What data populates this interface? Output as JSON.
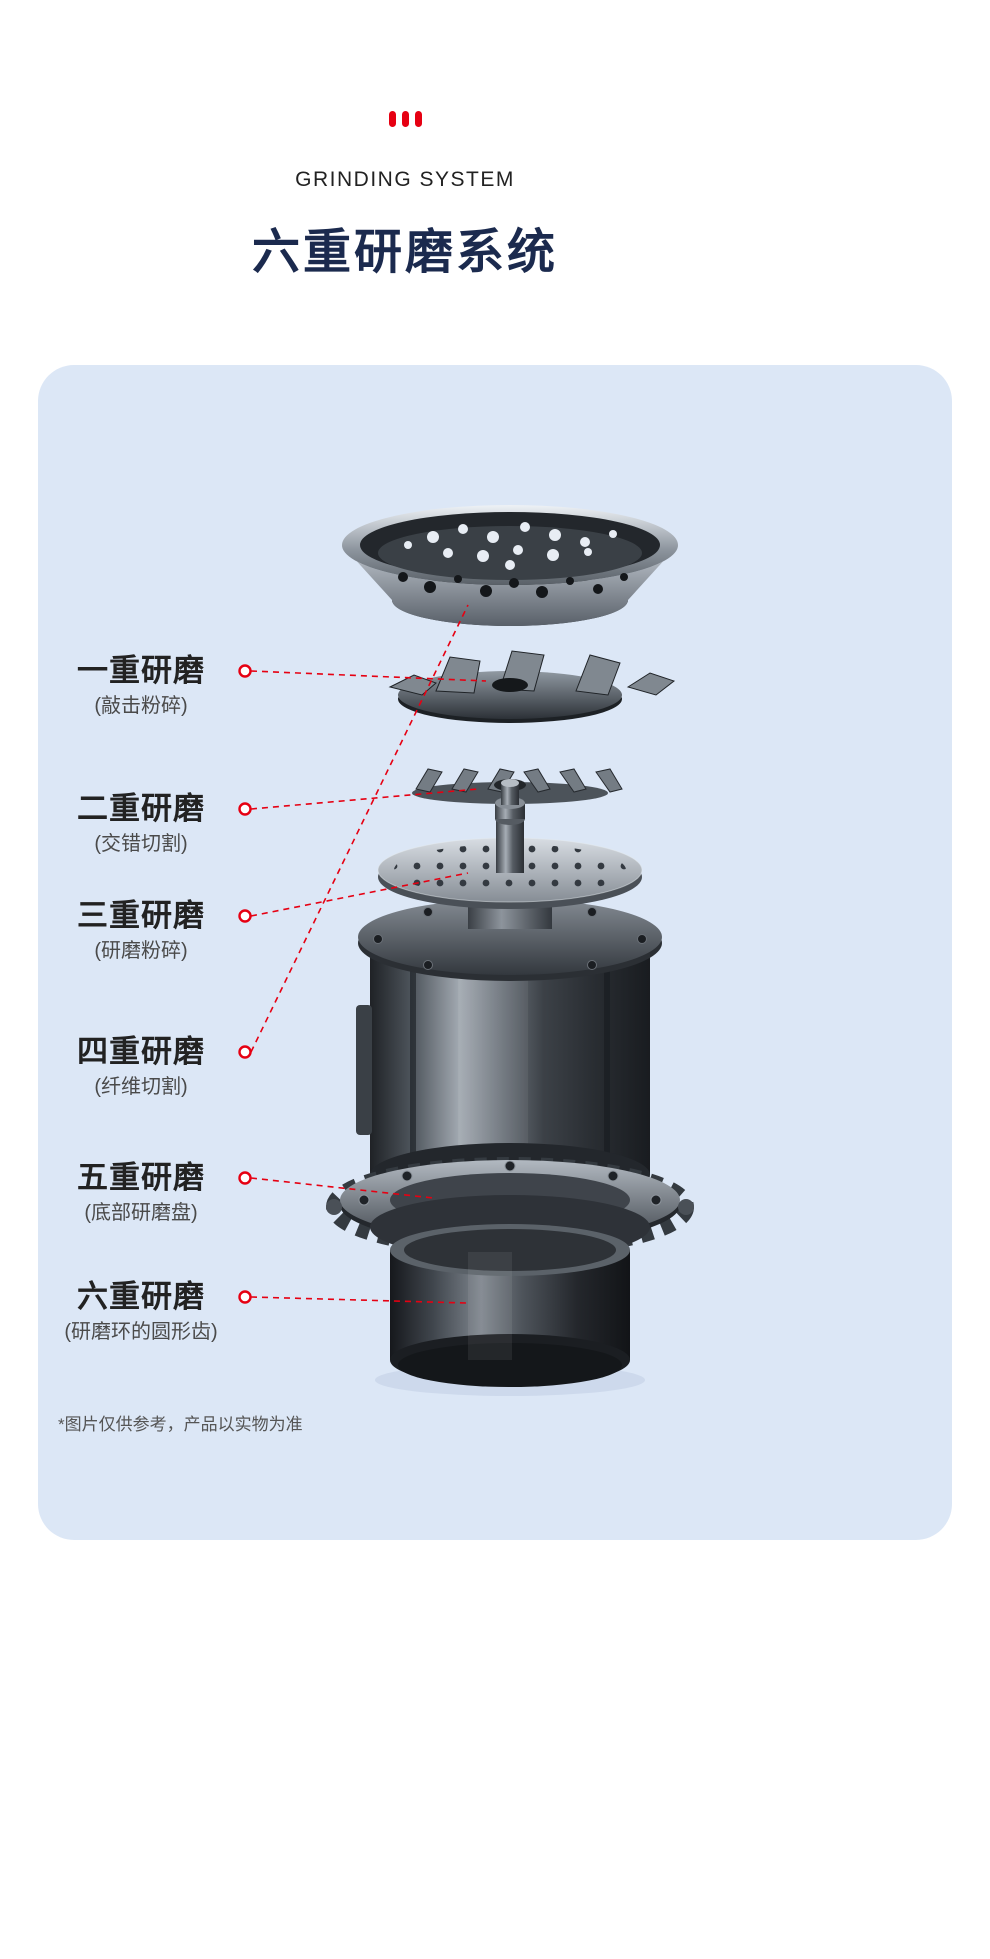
{
  "header": {
    "subtitle": "GRINDING SYSTEM",
    "title": "六重研磨系统"
  },
  "labels": [
    {
      "title": "一重研磨",
      "sub": "(敲击粉碎)"
    },
    {
      "title": "二重研磨",
      "sub": "(交错切割)"
    },
    {
      "title": "三重研磨",
      "sub": "(研磨粉碎)"
    },
    {
      "title": "四重研磨",
      "sub": "(纤维切割)"
    },
    {
      "title": "五重研磨",
      "sub": "(底部研磨盘)"
    },
    {
      "title": "六重研磨",
      "sub": "(研磨环的圆形齿)"
    }
  ],
  "footnote": "*图片仅供参考，产品以实物为准",
  "icons": [
    "triple-bars-icon",
    "grinder-exploded-diagram"
  ],
  "colors": {
    "accent_red": "#e60012",
    "title_navy": "#1b2a4e",
    "panel_bg": "#dce7f6",
    "label_text": "#222222",
    "label_sub_text": "#4a4a4a"
  }
}
